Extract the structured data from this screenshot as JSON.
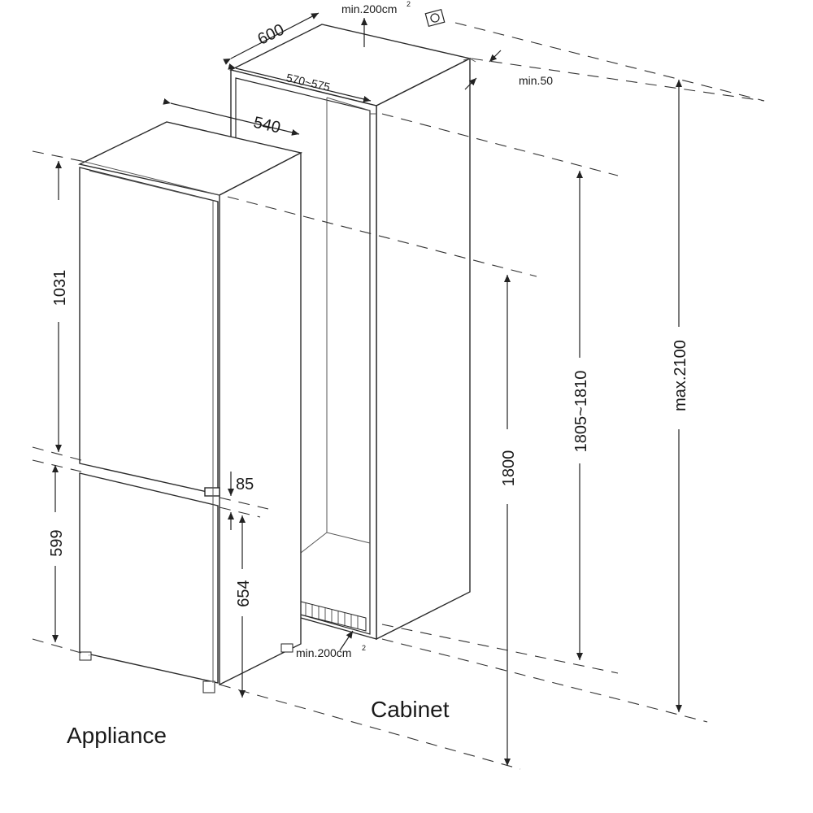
{
  "labels": {
    "appliance": "Appliance",
    "cabinet": "Cabinet"
  },
  "dimensions": {
    "cabinet_depth": "600",
    "cabinet_inner_width": "570~575",
    "appliance_width": "540",
    "vent_top": "min.200cm",
    "vent_bottom": "min.200cm",
    "rear_gap": "min.50",
    "upper_door": "1031",
    "lower_door": "599",
    "gap": "85",
    "lower_height": "654",
    "appliance_height": "1800",
    "niche_height": "1805~1810",
    "max_height": "max.2100"
  },
  "superscripts": {
    "cm2": "2"
  },
  "icons": {
    "vent": "ventilation-symbol-icon",
    "arrow": "dimension-arrow-icon"
  }
}
